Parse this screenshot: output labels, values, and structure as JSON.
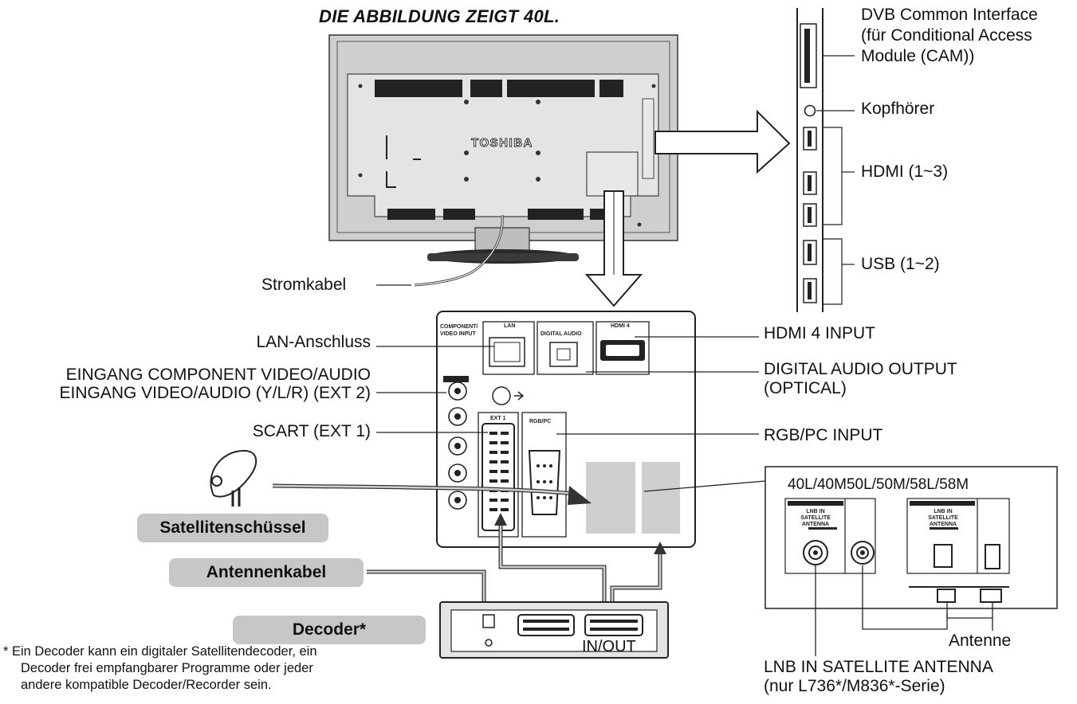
{
  "title": "DIE ABBILDUNG ZEIGT 40L.",
  "brand": "TOSHIBA",
  "side_panel": {
    "ci_label": "DVB Common Interface\n(für Conditional Access\nModule (CAM))",
    "ci_lines": [
      "DVB Common Interface",
      "(für Conditional Access",
      "Module (CAM))"
    ],
    "headphone": "Kopfhörer",
    "hdmi": "HDMI (1~3)",
    "usb": "USB (1~2)"
  },
  "left_labels": {
    "power_cable": "Stromkabel",
    "lan": "LAN-Anschluss",
    "component_line1": "EINGANG COMPONENT VIDEO/AUDIO",
    "component_line2": "EINGANG VIDEO/AUDIO (Y/L/R) (EXT 2)",
    "scart": "SCART (EXT 1)"
  },
  "right_labels": {
    "hdmi4": "HDMI 4 INPUT",
    "digital_audio_line1": "DIGITAL AUDIO OUTPUT",
    "digital_audio_line2": "(OPTICAL)",
    "rgb_pc": "RGB/PC INPUT"
  },
  "panel_labels": {
    "component": "COMPONENT/\nVIDEO INPUT",
    "lan": "LAN",
    "digital_audio": "DIGITAL AUDIO",
    "hdmi4": "HDMI 4",
    "scart": "EXT 1",
    "rgb": "RGB/PC"
  },
  "variants": {
    "models": "40L/40M50L/50M/58L/58M",
    "lnb_label": "LNB IN\nSATELLITE\nANTENNA"
  },
  "pills": {
    "satellite": "Satellitenschüssel",
    "antenna_cable": "Antennenkabel",
    "decoder": "Decoder*"
  },
  "decoder_inout": "IN/OUT",
  "antenne": "Antenne",
  "lnb": {
    "line1": "LNB IN SATELLITE ANTENNA",
    "line2": "(nur L736*/M836*-Serie)"
  },
  "footnote": {
    "line1": "* Ein Decoder kann ein digitaler Satellitendecoder, ein",
    "line2": "Decoder frei empfangbarer Programme oder jeder",
    "line3": "andere kompatible Decoder/Recorder sein."
  },
  "colors": {
    "tv_body": "#c9c9c9",
    "panel_shade": "#d0d0d0",
    "pill_bg": "#c7c7c7",
    "line": "#222222"
  }
}
